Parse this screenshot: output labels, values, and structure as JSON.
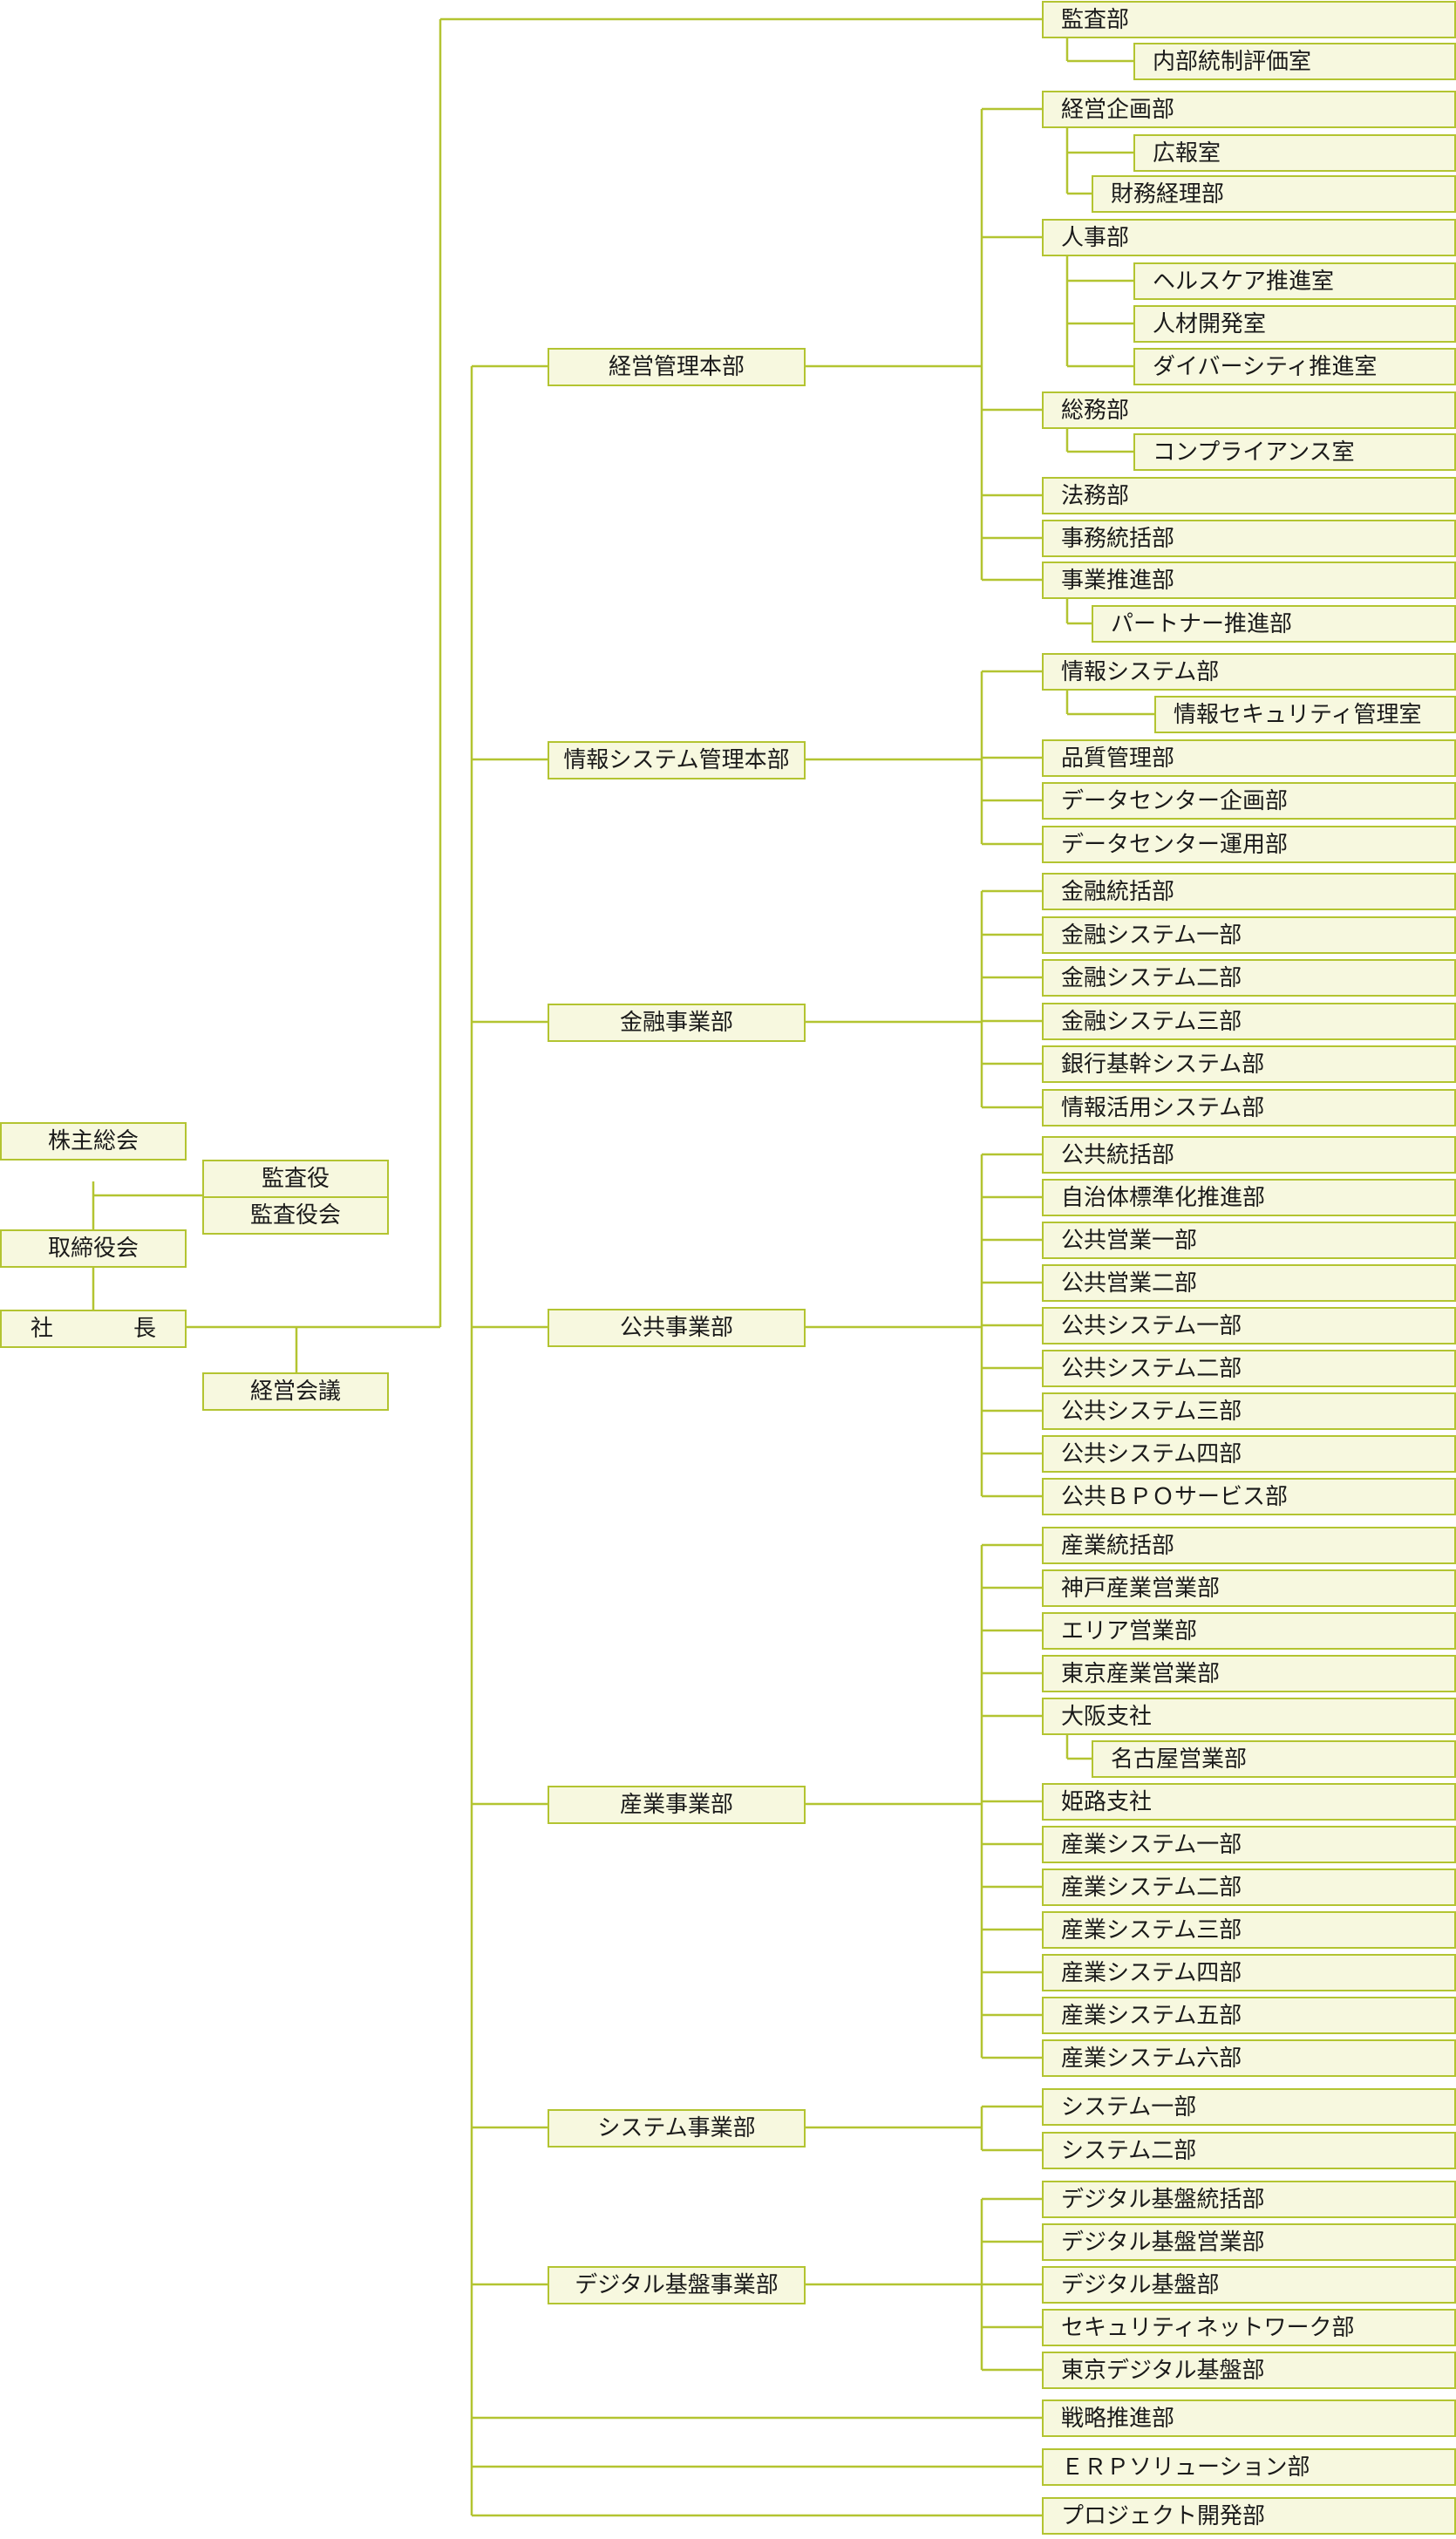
{
  "colors": {
    "line": "#b3c431",
    "box_fill": "#f7f8df",
    "box_border": "#b3c431",
    "text": "#1a1a1a"
  },
  "governance": {
    "shareholders": "株主総会",
    "auditor": "監査役",
    "audit_board": "監査役会",
    "board": "取締役会",
    "president_a": "社",
    "president_b": "長",
    "mgmt_meeting": "経営会議"
  },
  "headquarters": [
    {
      "label": "経営管理本部"
    },
    {
      "label": "情報システム管理本部"
    },
    {
      "label": "金融事業部"
    },
    {
      "label": "公共事業部"
    },
    {
      "label": "産業事業部"
    },
    {
      "label": "システム事業部"
    },
    {
      "label": "デジタル基盤事業部"
    }
  ],
  "departments": [
    "監査部",
    "内部統制評価室",
    "経営企画部",
    "広報室",
    "財務経理部",
    "人事部",
    "ヘルスケア推進室",
    "人材開発室",
    "ダイバーシティ推進室",
    "総務部",
    "コンプライアンス室",
    "法務部",
    "事務統括部",
    "事業推進部",
    "パートナー推進部",
    "情報システム部",
    "情報セキュリティ管理室",
    "品質管理部",
    "データセンター企画部",
    "データセンター運用部",
    "金融統括部",
    "金融システム一部",
    "金融システム二部",
    "金融システム三部",
    "銀行基幹システム部",
    "情報活用システム部",
    "公共統括部",
    "自治体標準化推進部",
    "公共営業一部",
    "公共営業二部",
    "公共システム一部",
    "公共システム二部",
    "公共システム三部",
    "公共システム四部",
    "公共ＢＰＯサービス部",
    "産業統括部",
    "神戸産業営業部",
    "エリア営業部",
    "東京産業営業部",
    "大阪支社",
    "名古屋営業部",
    "姫路支社",
    "産業システム一部",
    "産業システム二部",
    "産業システム三部",
    "産業システム四部",
    "産業システム五部",
    "産業システム六部",
    "システム一部",
    "システム二部",
    "デジタル基盤統括部",
    "デジタル基盤営業部",
    "デジタル基盤部",
    "セキュリティネットワーク部",
    "東京デジタル基盤部",
    "戦略推進部",
    "ＥＲＰソリューション部",
    "プロジェクト開発部"
  ]
}
